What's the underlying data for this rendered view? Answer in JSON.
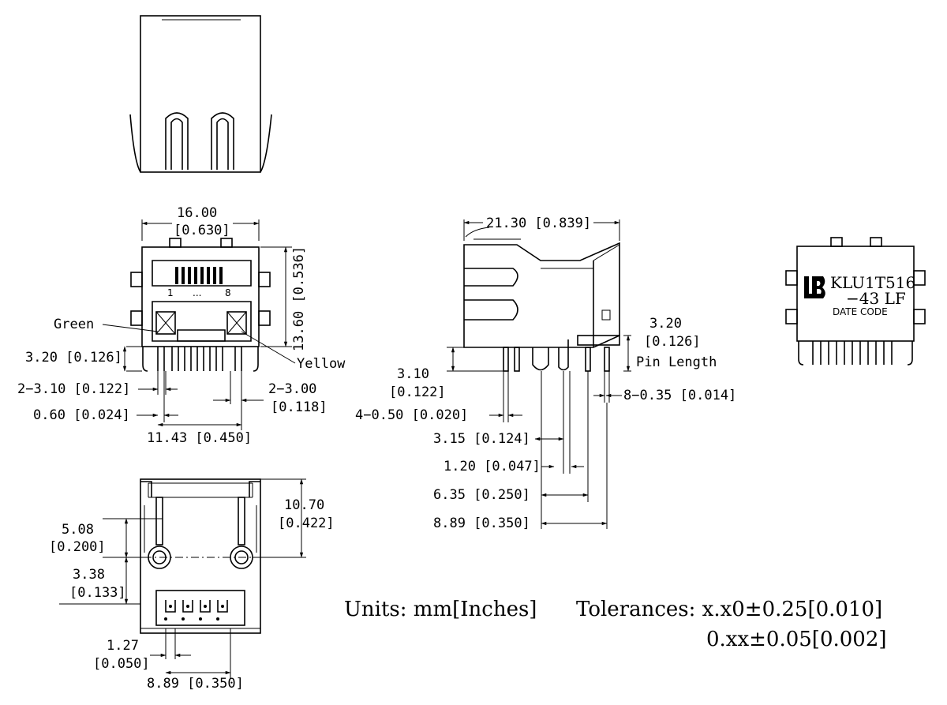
{
  "front": {
    "width_mm": "16.00",
    "width_in": "[0.630]",
    "height_label": "13.60 [0.536]",
    "pins_1": "1",
    "pins_dots": "...",
    "pins_8": "8",
    "green": "Green",
    "yellow": "Yellow",
    "d320": "3.20 [0.126]",
    "d310": "2−3.10 [0.122]",
    "d300a": "2−3.00",
    "d300b": "[0.118]",
    "d060": "0.60 [0.024]",
    "d1143": "11.43 [0.450]"
  },
  "side": {
    "d2130": "21.30 [0.839]",
    "d320a": "3.20",
    "d320b": "[0.126]",
    "pinlen": "Pin Length",
    "d310a": "3.10",
    "d310b": "[0.122]",
    "d035": "8−0.35 [0.014]",
    "d050": "4−0.50 [0.020]",
    "d315": "3.15 [0.124]",
    "d120": "1.20 [0.047]",
    "d635": "6.35 [0.250]",
    "d889": "8.89 [0.350]"
  },
  "bottom": {
    "d1070a": "10.70",
    "d1070b": "[0.422]",
    "d508a": "5.08",
    "d508b": "[0.200]",
    "d338a": "3.38",
    "d338b": "[0.133]",
    "d127a": "1.27",
    "d127b": "[0.050]",
    "d889": "8.89 [0.350]"
  },
  "marking": {
    "logo": "LB",
    "line1": "KLU1T516",
    "line2": "−43 LF",
    "line3": "DATE CODE"
  },
  "notes": {
    "units": "Units: mm[Inches]",
    "tol1": "Tolerances: x.x0±0.25[0.010]",
    "tol2": "0.xx±0.05[0.002]"
  }
}
